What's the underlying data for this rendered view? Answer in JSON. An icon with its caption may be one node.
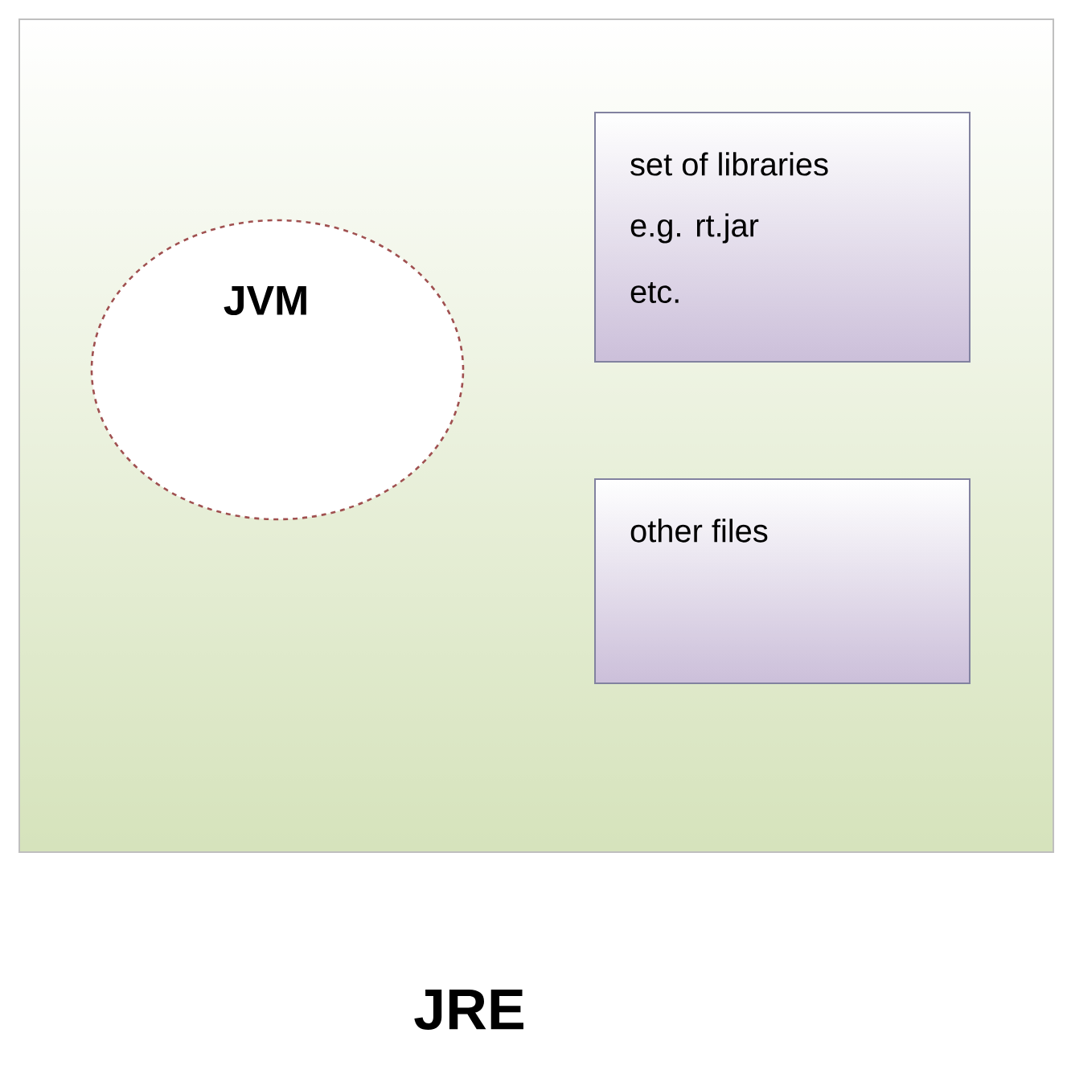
{
  "diagram": {
    "nodes": [
      {
        "text": [
          "JRE"
        ]
      },
      {
        "text": [
          "JVM"
        ],
        "in": 0
      },
      {
        "text": [
          "set of libraries",
          "e.g. rt.jar",
          "etc."
        ],
        "in": 0
      },
      {
        "text": [
          "other files"
        ],
        "in": 0
      }
    ]
  }
}
